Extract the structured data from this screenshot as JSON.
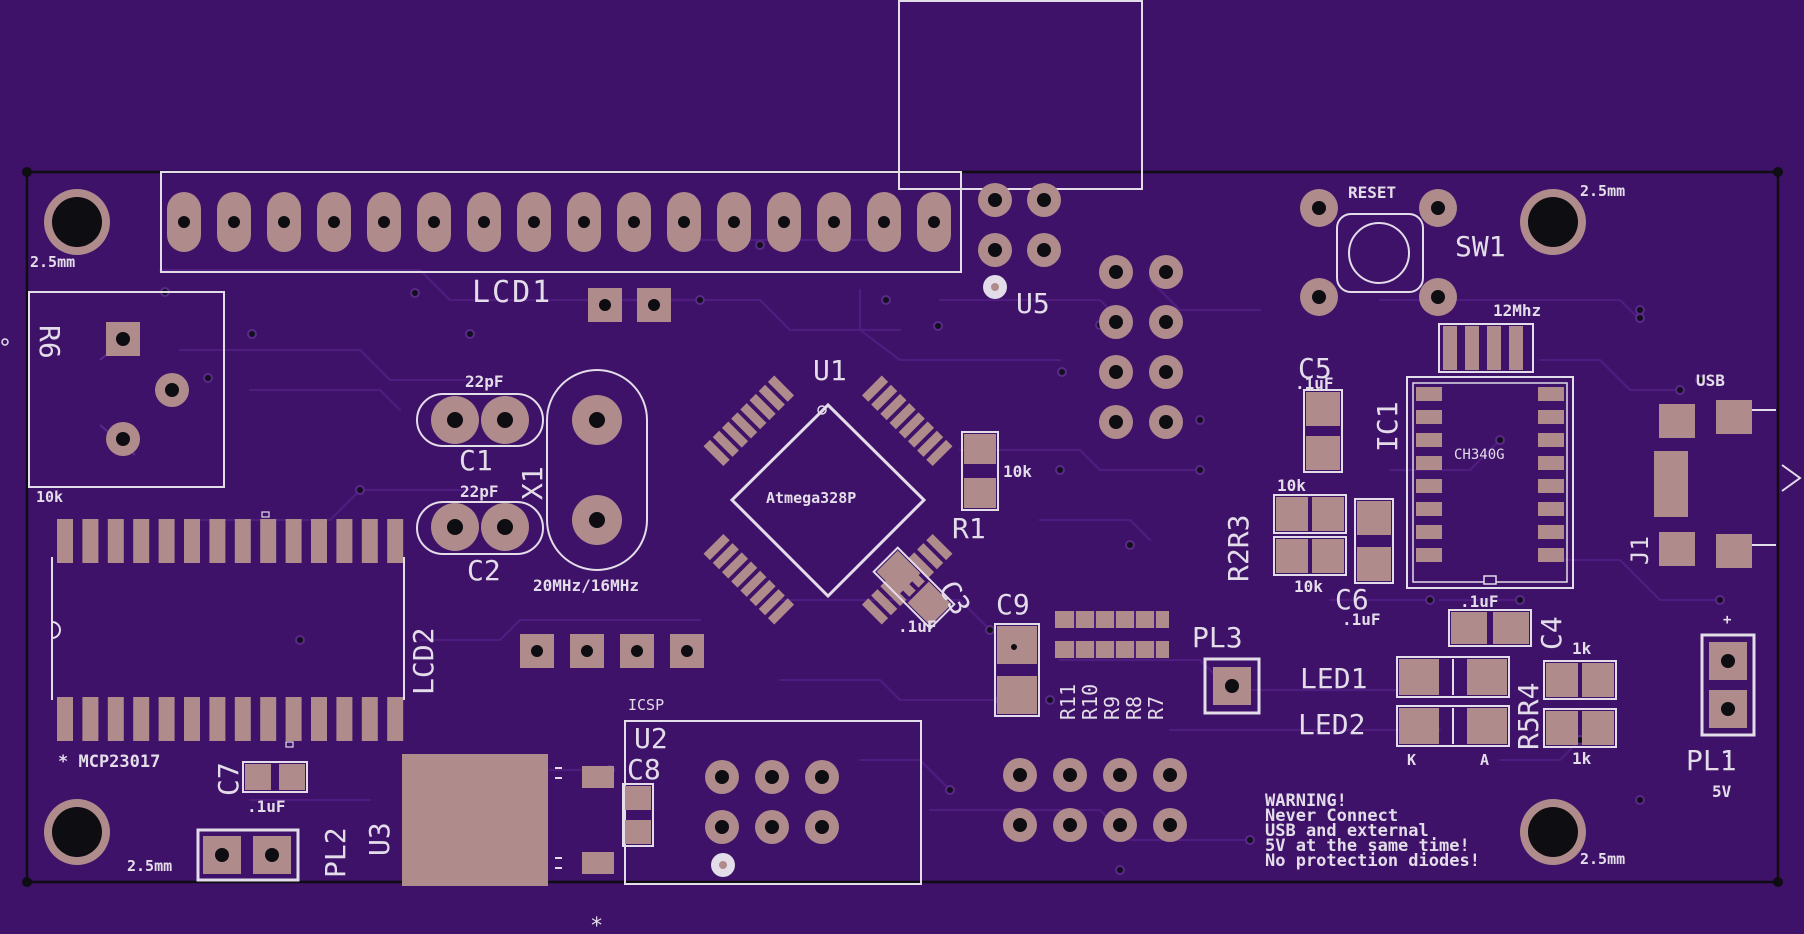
{
  "colors": {
    "background": "#3e1268",
    "silkscreen": "#e3dce9",
    "copper": "#b08b8c",
    "drill": "#0d0d12",
    "trace": "#4d1c7c"
  },
  "labels": {
    "lcd1": "LCD1",
    "u5": "U5",
    "reset": "RESET",
    "sw1": "SW1",
    "hole_tr": "2.5mm",
    "hole_tl": "2.5mm",
    "hole_bl": "2.5mm",
    "hole_br": "2.5mm",
    "r6": "R6",
    "r6_val": "10k",
    "c1_val": "22pF",
    "c1": "C1",
    "c2_val": "22pF",
    "c2": "C2",
    "x1": "X1",
    "x1_val": "20MHz/16MHz",
    "u1": "U1",
    "u1_chip": "Atmega328P",
    "r1_val": "10k",
    "r1": "R1",
    "c3": "C3",
    "c3_val": ".1uF",
    "c5": "C5",
    "c5_val": ".1uF",
    "ic1": "IC1",
    "ic1_chip": "CH340G",
    "xtal_val": "12Mhz",
    "usb": "USB",
    "r2r3": "R2R3",
    "r2_val": "10k",
    "r3_val": "10k",
    "c6": "C6",
    "c6_val": ".1uF",
    "c4": "C4",
    "c4_val": ".1uF",
    "j1": "J1",
    "lcd2": "LCD2",
    "mcp": "* MCP23017",
    "c9": "C9",
    "r_array": [
      "R11",
      "R10",
      "R9",
      "R8",
      "R7"
    ],
    "pl3": "PL3",
    "led1": "LED1",
    "led2": "LED2",
    "r5r4": "R5R4",
    "r4_val": "1k",
    "r5_val": "1k",
    "led_k": "K",
    "led_a": "A",
    "pl1": "PL1",
    "pl1_plus": "+",
    "pl1_minus": "-",
    "pl1_val": "5V",
    "icsp": "ICSP",
    "u2": "U2",
    "c8": "C8",
    "c7": "C7",
    "c7_val": ".1uF",
    "pl2": "PL2",
    "u3": "U3",
    "star": "*",
    "warning": [
      "WARNING!",
      "Never Connect",
      "USB and external",
      "5V at the same time!",
      "No protection diodes!"
    ]
  }
}
